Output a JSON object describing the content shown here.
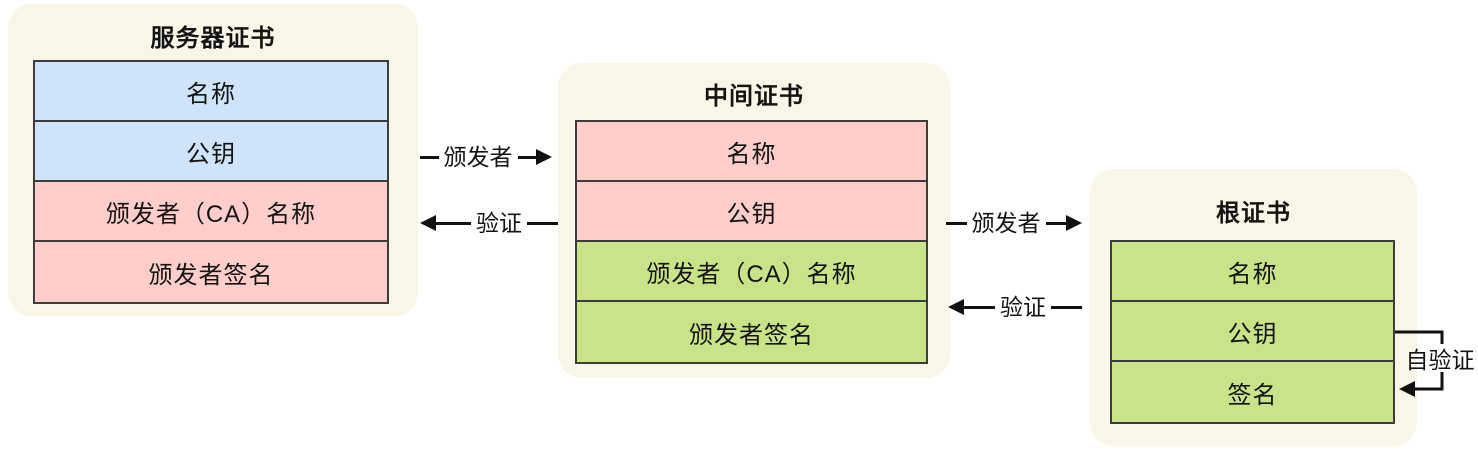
{
  "cards": [
    {
      "title": "服务器证书",
      "rows": [
        {
          "label": "名称",
          "color": "blue"
        },
        {
          "label": "公钥",
          "color": "blue"
        },
        {
          "label": "颁发者（CA）名称",
          "color": "pink"
        },
        {
          "label": "颁发者签名",
          "color": "pink"
        }
      ]
    },
    {
      "title": "中间证书",
      "rows": [
        {
          "label": "名称",
          "color": "pink"
        },
        {
          "label": "公钥",
          "color": "pink"
        },
        {
          "label": "颁发者（CA）名称",
          "color": "green"
        },
        {
          "label": "颁发者签名",
          "color": "green"
        }
      ]
    },
    {
      "title": "根证书",
      "rows": [
        {
          "label": "名称",
          "color": "green"
        },
        {
          "label": "公钥",
          "color": "green"
        },
        {
          "label": "签名",
          "color": "green"
        }
      ]
    }
  ],
  "arrows": [
    {
      "label": "颁发者",
      "direction": "right",
      "from": "服务器证书",
      "to": "中间证书"
    },
    {
      "label": "验证",
      "direction": "left",
      "from": "中间证书",
      "to": "服务器证书"
    },
    {
      "label": "颁发者",
      "direction": "right",
      "from": "中间证书",
      "to": "根证书"
    },
    {
      "label": "验证",
      "direction": "left",
      "from": "根证书",
      "to": "中间证书"
    },
    {
      "label": "自验证",
      "direction": "self-loop",
      "from": "根证书-公钥",
      "to": "根证书-签名"
    }
  ],
  "colors": {
    "blue_row": "#cfe4fa",
    "pink_row": "#ffcdca",
    "green_row": "#c9e388",
    "card_background": "#f9f6e7",
    "table_border": "#3d3d3d",
    "arrow_line": "#111111"
  }
}
